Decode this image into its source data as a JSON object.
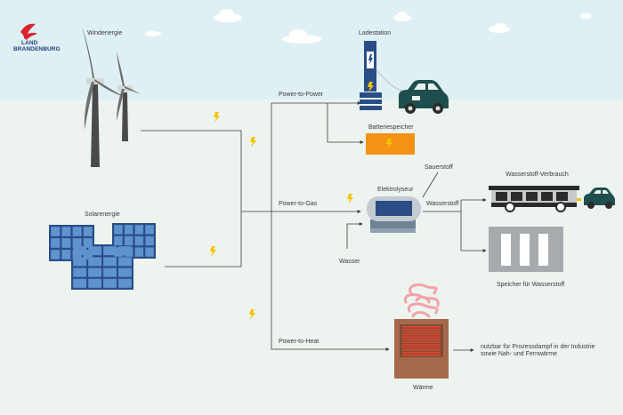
{
  "logo": {
    "line1": "LAND",
    "line2": "BRANDENBURG",
    "icon": "eagle-icon"
  },
  "sources": {
    "wind": "Windenergie",
    "solar": "Solarenergie"
  },
  "paths": {
    "power_to_power": "Power-to-Power",
    "power_to_gas": "Power-to-Gas",
    "power_to_heat": "Power-to-Heat"
  },
  "components": {
    "charging_station": "Ladestation",
    "battery": "Batteriespeicher",
    "electrolyser": "Elektrolyseur",
    "oxygen": "Sauerstoff",
    "water": "Wasser",
    "hydrogen": "Wasserstoff",
    "hydrogen_consumption": "Wasserstoff-Verbrauch",
    "hydrogen_storage": "Speicher für Wasserstoff",
    "heat": "Wärme",
    "heat_usage_line1": "nutzbar für Prozessdampf in der Industrie",
    "heat_usage_line2": "sowie Nah- und Fernwärme"
  },
  "colors": {
    "sky": "#dff0f4",
    "ground": "#edf4ef",
    "navy": "#2a4d86",
    "solar_cell": "#5e93cf",
    "car": "#1e4f4e",
    "battery": "#f39214",
    "bolt": "#f4c400",
    "heat_box": "#a56a4d",
    "heat_coil": "#e8452e",
    "steam": "#f2a3a8",
    "storage": "#a8abae",
    "logo_red": "#d7262d",
    "logo_blue": "#1f3f7a",
    "line": "#3a3a3a"
  }
}
